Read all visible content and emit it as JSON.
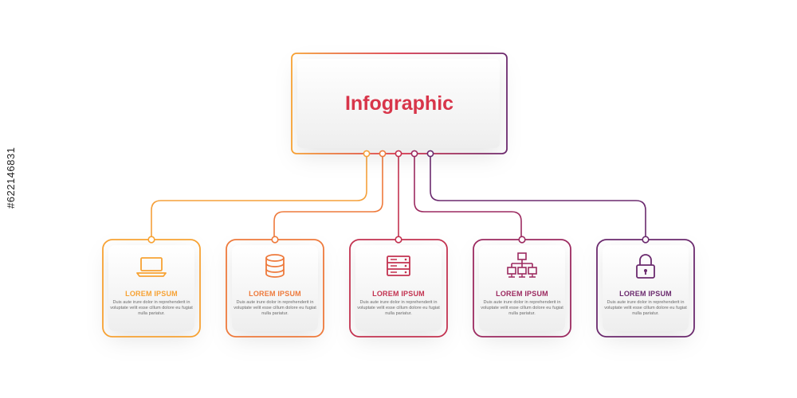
{
  "header": {
    "title": "Infographic"
  },
  "items": [
    {
      "title": "LOREM IPSUM",
      "body": "Duis aute irure dolor in reprehenderit in voluptate velit esse cillum dolore eu fugiat nulla pariatur.",
      "icon": "laptop-icon",
      "color": "#f7a233"
    },
    {
      "title": "LOREM IPSUM",
      "body": "Duis aute irure dolor in reprehenderit in voluptate velit esse cillum dolore eu fugiat nulla pariatur.",
      "icon": "database-icon",
      "color": "#ee7a3c"
    },
    {
      "title": "LOREM IPSUM",
      "body": "Duis aute irure dolor in reprehenderit in voluptate velit esse cillum dolore eu fugiat nulla pariatur.",
      "icon": "server-icon",
      "color": "#c33250"
    },
    {
      "title": "LOREM IPSUM",
      "body": "Duis aute irure dolor in reprehenderit in voluptate velit esse cillum dolore eu fugiat nulla pariatur.",
      "icon": "network-icon",
      "color": "#9c2a60"
    },
    {
      "title": "LOREM IPSUM",
      "body": "Duis aute irure dolor in reprehenderit in voluptate velit esse cillum dolore eu fugiat nulla pariatur.",
      "icon": "lock-icon",
      "color": "#6b2a6e"
    }
  ],
  "colors": {
    "gradient_start": "#f7a233",
    "gradient_mid": "#d8354a",
    "gradient_end": "#6b2a6e"
  },
  "watermark": "#622146831"
}
